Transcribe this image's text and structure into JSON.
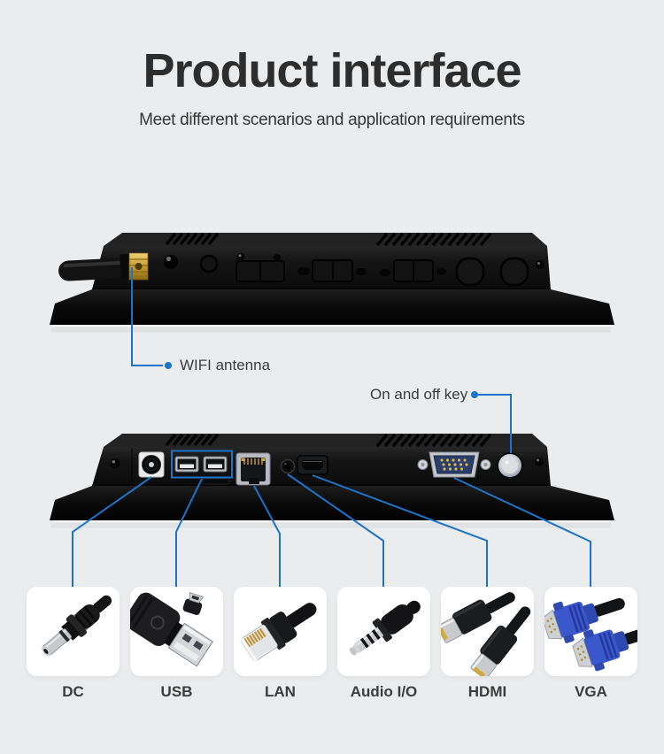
{
  "header": {
    "title": "Product interface",
    "subtitle": "Meet different scenarios and application requirements"
  },
  "callouts": {
    "wifi_antenna": "WIFI antenna",
    "power_key": "On and off key"
  },
  "connectors": [
    {
      "id": "dc",
      "label": "DC",
      "icon": "dc-plug-icon"
    },
    {
      "id": "usb",
      "label": "USB",
      "icon": "usb-plug-icon"
    },
    {
      "id": "lan",
      "label": "LAN",
      "icon": "rj45-plug-icon"
    },
    {
      "id": "audio",
      "label": "Audio I/O",
      "icon": "audio-jack-icon"
    },
    {
      "id": "hdmi",
      "label": "HDMI",
      "icon": "hdmi-plug-icon"
    },
    {
      "id": "vga",
      "label": "VGA",
      "icon": "vga-plug-icon"
    }
  ],
  "colors": {
    "background": "#ebeced",
    "accent_blue": "#1b74c9",
    "title_text": "#2d2d2d",
    "body_text": "#3d3d3d",
    "device_black": "#101010",
    "vga_port_navy": "#2b3e6b",
    "tile_background": "#ffffff"
  }
}
